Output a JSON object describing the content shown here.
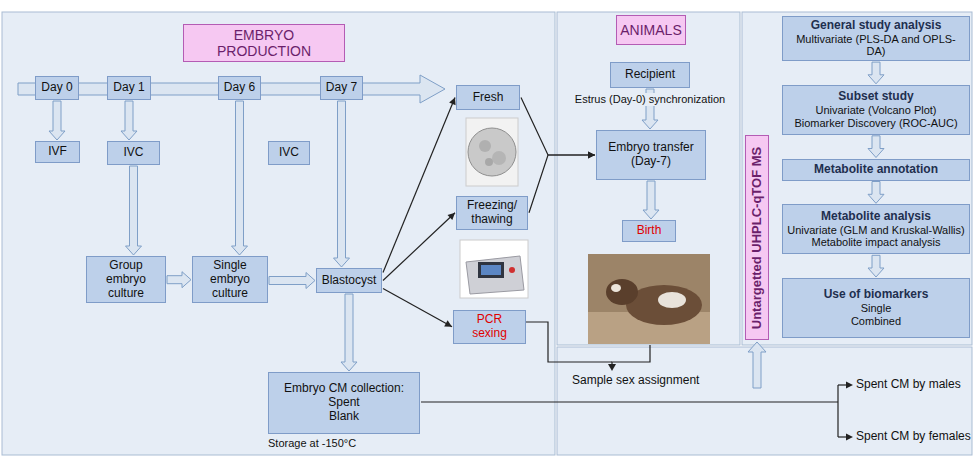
{
  "diagram": {
    "nodes": [
      {
        "text": [
          "EMBRYO PRODUCTION"
        ]
      },
      {
        "text": [
          "Day 0"
        ]
      },
      {
        "text": [
          "Day 1"
        ]
      },
      {
        "text": [
          "Day 6"
        ]
      },
      {
        "text": [
          "Day 7"
        ]
      },
      {
        "text": [
          "IVF"
        ]
      },
      {
        "text": [
          "IVC"
        ]
      },
      {
        "text": [
          "IVC"
        ]
      },
      {
        "text": [
          "Group embryo culture"
        ]
      },
      {
        "text": [
          "Single embryo culture"
        ]
      },
      {
        "text": [
          "Blastocyst"
        ]
      },
      {
        "text": [
          "Fresh"
        ]
      },
      {
        "text": [
          "Freezing/ thawing"
        ]
      },
      {
        "text": [
          "PCR sexing"
        ]
      },
      {
        "text": [
          "Embryo CM collection:",
          "Spent",
          "Blank"
        ]
      },
      {
        "text": [
          "ANIMALS"
        ]
      },
      {
        "text": [
          "Recipient"
        ]
      },
      {
        "text": [
          "Embryo transfer (Day-7)"
        ]
      },
      {
        "text": [
          "Birth"
        ]
      },
      {
        "text": [
          "Untargetted UHPLC-qTOF MS"
        ]
      },
      {
        "text": [
          "General study analysis",
          "Multivariate (PLS-DA and OPLS-DA)"
        ]
      },
      {
        "text": [
          "Subset study",
          "Univariate (Volcano Plot)",
          "Biomarker Discovery (ROC-AUC)"
        ]
      },
      {
        "text": [
          "Metabolite annotation"
        ]
      },
      {
        "text": [
          "Metabolite analysis",
          "Univariate (GLM and Kruskal-Wallis)",
          "Metabolite impact analysis"
        ]
      },
      {
        "text": [
          "Use of biomarkers",
          "Single",
          "Combined"
        ]
      }
    ],
    "edges": [
      {
        "from": 1,
        "to": 5,
        "arrow": "to"
      },
      {
        "from": 2,
        "to": 6,
        "arrow": "to"
      },
      {
        "from": 6,
        "to": 8,
        "arrow": "to"
      },
      {
        "from": 8,
        "to": 9,
        "arrow": "to"
      },
      {
        "from": 3,
        "to": 9,
        "arrow": "to"
      },
      {
        "from": 9,
        "to": 10,
        "arrow": "to"
      },
      {
        "from": 4,
        "to": 10,
        "arrow": "to"
      },
      {
        "from": 10,
        "to": 11,
        "arrow": "to"
      },
      {
        "from": 10,
        "to": 12,
        "arrow": "to"
      },
      {
        "from": 10,
        "to": 13,
        "arrow": "to"
      },
      {
        "from": 10,
        "to": 14,
        "arrow": "to"
      },
      {
        "from": 11,
        "to": 17,
        "arrow": "to"
      },
      {
        "from": 12,
        "to": 17,
        "arrow": "to"
      },
      {
        "from": 16,
        "to": 17,
        "label": "Estrus (Day-0) synchronization",
        "arrow": "to"
      },
      {
        "from": 17,
        "to": 18,
        "arrow": "to"
      },
      {
        "from": 20,
        "to": 21,
        "arrow": "to"
      },
      {
        "from": 21,
        "to": 22,
        "arrow": "to"
      },
      {
        "from": 22,
        "to": 23,
        "arrow": "to"
      },
      {
        "from": 23,
        "to": 24,
        "arrow": "to"
      }
    ],
    "labels": [
      "Storage at -150°C",
      "Sample sex assignment",
      "Spent CM by males",
      "Spent CM by females"
    ]
  }
}
